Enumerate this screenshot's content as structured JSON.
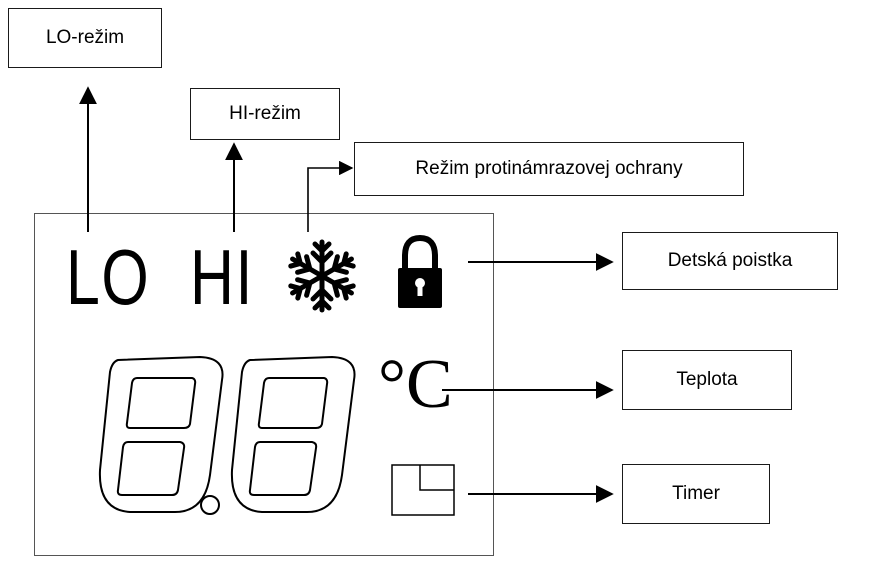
{
  "labels": {
    "lo_mode": "LO-režim",
    "hi_mode": "HI-režim",
    "frost_protection": "Režim protinámrazovej ochrany",
    "child_lock": "Detská poistka",
    "temperature": "Teplota",
    "timer": "Timer"
  },
  "display": {
    "lo_text": "LO",
    "hi_text": "HI",
    "unit": "°C",
    "digits": "8.8"
  },
  "icons": [
    "snowflake-icon",
    "padlock-icon",
    "timer-icon"
  ]
}
